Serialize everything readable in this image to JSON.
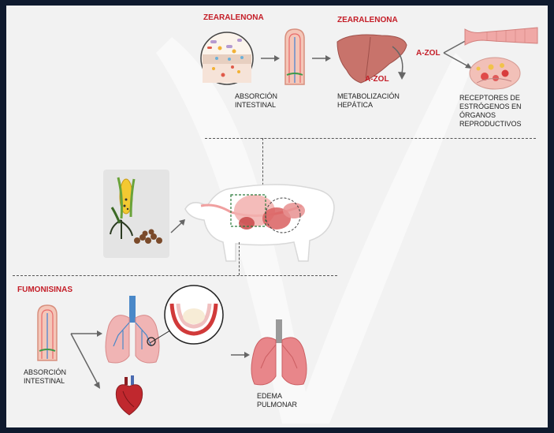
{
  "zearalenona": {
    "title_left": "ZEARALENONA",
    "title_liver": "ZEARALENONA",
    "absorption_label": "ABSORCIÓN\nINTESTINAL",
    "metabolism_label": "METABOLIZACIÓN\nHEPÁTICA",
    "metabolite_liver": "α-ZOL",
    "metabolite_branch": "α-ZOL",
    "receptors_label": "RECEPTORES DE\nESTRÓGENOS EN\nÓRGANOS\nREPRODUCTIVOS"
  },
  "fumonisinas": {
    "title": "FUMONISINAS",
    "absorption_label": "ABSORCIÓN\nINTESTINAL",
    "edema_label": "EDEMA\nPULMONAR"
  },
  "colors": {
    "frame_bg": "#f2f2f2",
    "outer_bg": "#0f1a2e",
    "accent_red": "#c41d27",
    "organ_pink": "#e8868a"
  }
}
